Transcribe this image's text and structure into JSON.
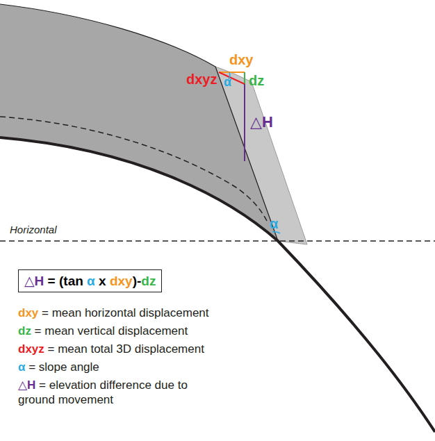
{
  "diagram": {
    "nodes": [
      {
        "text": [
          "△H = (tan α x dxy)-dz"
        ]
      }
    ],
    "labels": [
      "dxy",
      "dz",
      "dxyz",
      "α",
      "△H",
      "α",
      "Horizontal",
      "dxy = mean horizontal displacement",
      "dz = mean vertical displacement",
      "dxyz = mean total 3D displacement",
      "α = slope angle",
      "△H = elevation difference due to ground movement"
    ]
  }
}
